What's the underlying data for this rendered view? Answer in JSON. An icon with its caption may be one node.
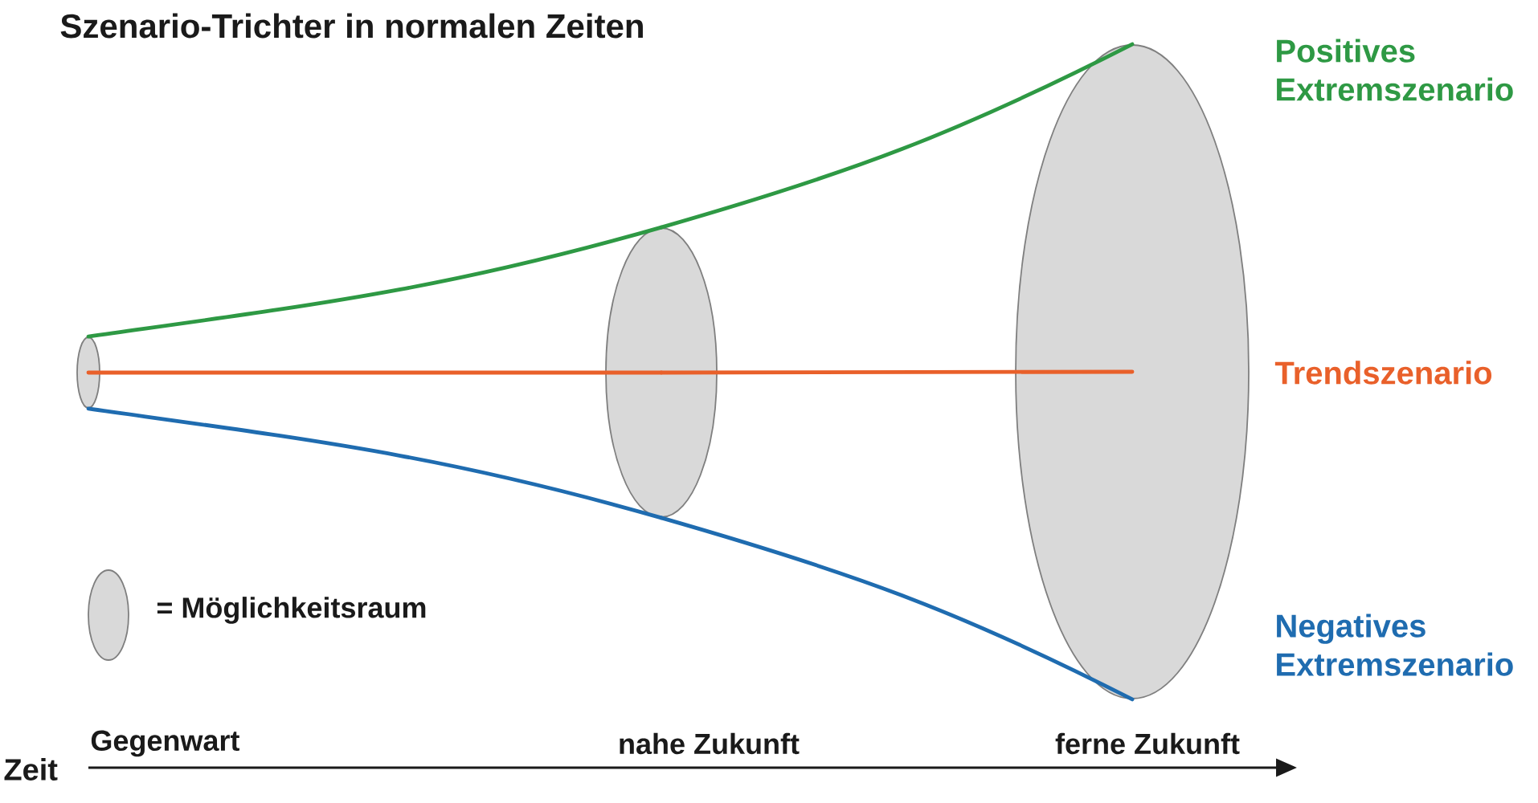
{
  "diagram": {
    "title": "Szenario-Trichter in normalen Zeiten",
    "nodes": [
      {
        "text": [],
        "shape": "ellipse"
      },
      {
        "text": [],
        "shape": "ellipse"
      },
      {
        "text": [],
        "shape": "ellipse"
      }
    ],
    "edges": [
      {
        "from": 0,
        "to": 1,
        "arrow": "none",
        "color": "#2e9944"
      },
      {
        "from": 1,
        "to": 2,
        "arrow": "none",
        "color": "#2e9944"
      },
      {
        "from": 0,
        "to": 1,
        "arrow": "none",
        "color": "#e9602a"
      },
      {
        "from": 1,
        "to": 2,
        "arrow": "none",
        "color": "#e9602a"
      },
      {
        "from": 0,
        "to": 1,
        "arrow": "none",
        "color": "#1f6cb0"
      },
      {
        "from": 1,
        "to": 2,
        "arrow": "none",
        "color": "#1f6cb0"
      }
    ],
    "labels": [
      "Positives Extremszenario",
      "Trendszenario",
      "Negatives Extremszenario",
      "Zeit",
      "Gegenwart",
      "nahe Zukunft",
      "ferne Zukunft"
    ],
    "legend": [
      {
        "text": "= Möglichkeitsraum"
      }
    ]
  }
}
